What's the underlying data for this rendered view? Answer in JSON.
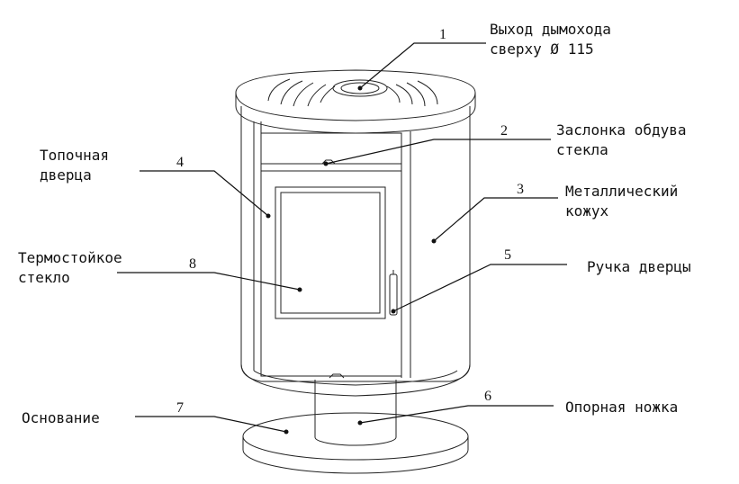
{
  "callouts": [
    {
      "number": "1",
      "label_lines": [
        "Выход дымохода",
        "сверху Ø 115"
      ]
    },
    {
      "number": "2",
      "label_lines": [
        "Заслонка обдува",
        "стекла"
      ]
    },
    {
      "number": "3",
      "label_lines": [
        "Металлический",
        "кожух"
      ]
    },
    {
      "number": "4",
      "label_lines": [
        "Топочная",
        "дверца"
      ]
    },
    {
      "number": "5",
      "label_lines": [
        "Ручка дверцы"
      ]
    },
    {
      "number": "6",
      "label_lines": [
        "Опорная ножка"
      ]
    },
    {
      "number": "7",
      "label_lines": [
        "Основание"
      ]
    },
    {
      "number": "8",
      "label_lines": [
        "Термостойкое",
        "стекло"
      ]
    }
  ]
}
